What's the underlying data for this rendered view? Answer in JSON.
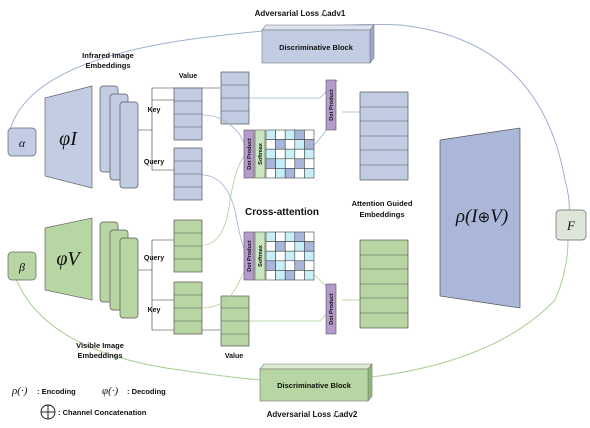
{
  "top_block": {
    "title": "Adversarial Loss ℒadv1",
    "label": "Discriminative Block"
  },
  "bottom_block": {
    "title": "Adversarial Loss ℒadv2",
    "label": "Discriminative Block"
  },
  "inputs": {
    "alpha": "α",
    "beta": "β",
    "output": "F"
  },
  "encoders": {
    "infrared": "φI",
    "visible": "φV"
  },
  "embeddings": {
    "infrared": [
      "Infrared Image",
      "Embeddings"
    ],
    "visible": [
      "Visible Image",
      "Embeddings"
    ]
  },
  "attention_labels": {
    "value_top": "Value",
    "key_top": "Key",
    "query_top": "Query",
    "query_bottom": "Query",
    "key_bottom": "Key",
    "value_bottom": "Value",
    "dot_product": "Dot Product",
    "softmax": "Softmax",
    "cross_attention": "Cross-attention",
    "guided": [
      "Attention Guided",
      "Embeddings"
    ]
  },
  "decoder": {
    "label_prefix": "ρ(",
    "label_i": "I",
    "label_oplus": "⊕",
    "label_v": "V",
    "label_suffix": ")"
  },
  "legend": {
    "encoding_symbol": "ρ(·)",
    "encoding_text": ": Encoding",
    "decoding_symbol": "φ(·)",
    "decoding_text": ": Decoding",
    "concat_text": ": Channel Concatenation"
  },
  "colors": {
    "blue_fill": "#c2cde3",
    "blue_dark": "#9aabd0",
    "green_fill": "#b7d6a3",
    "green_dark": "#8dbb74",
    "decoder_fill": "#aab7d8",
    "purple": "#b59acc",
    "grid_cyan": "#c8eef7",
    "grid_blue": "#a9b6dc",
    "grid_white": "#ffffff",
    "line_blue": "#9fb0d2",
    "line_green": "#a9cf95"
  }
}
